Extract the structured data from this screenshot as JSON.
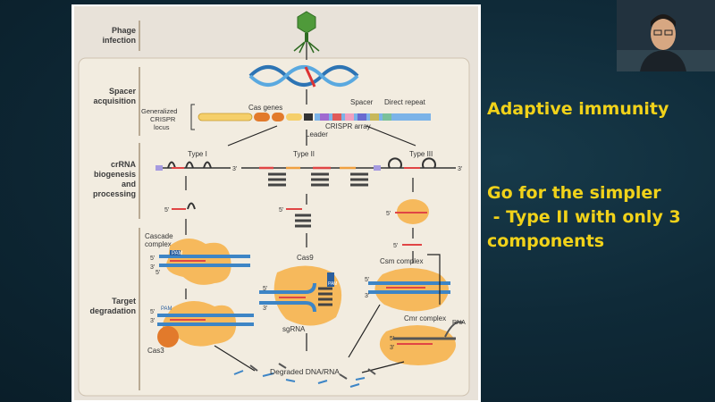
{
  "figure": {
    "rows": {
      "phage": "Phage infection",
      "spacer": "Spacer acquisition",
      "crrna": "crRNA biogenesis and processing",
      "target": "Target degradation"
    },
    "locus": {
      "generalized": "Generalized CRISPR locus",
      "cas_genes": "Cas genes",
      "spacer": "Spacer",
      "direct_repeat": "Direct repeat",
      "crispr_array": "CRISPR array",
      "leader": "Leader"
    },
    "types": {
      "t1": "Type I",
      "t2": "Type II",
      "t3": "Type III"
    },
    "prime5": "5'",
    "prime3": "3'",
    "complexes": {
      "cascade": "Cascade complex",
      "cas9": "Cas9",
      "csm": "Csm complex",
      "cmr": "Cmr complex",
      "cas3": "Cas3",
      "sgrna": "sgRNA",
      "pam": "PAM",
      "rna": "RNA"
    },
    "degraded": "Degraded DNA/RNA"
  },
  "text": {
    "line1": "Adaptive immunity",
    "line2": "Go for the simpler",
    "line3": " - Type II with only 3",
    "line4": "components"
  },
  "colors": {
    "accent_text": "#f1d21a",
    "slide_bg": "#0f2a38",
    "panel": "#e8e2d9",
    "row": "#f2ece0"
  }
}
